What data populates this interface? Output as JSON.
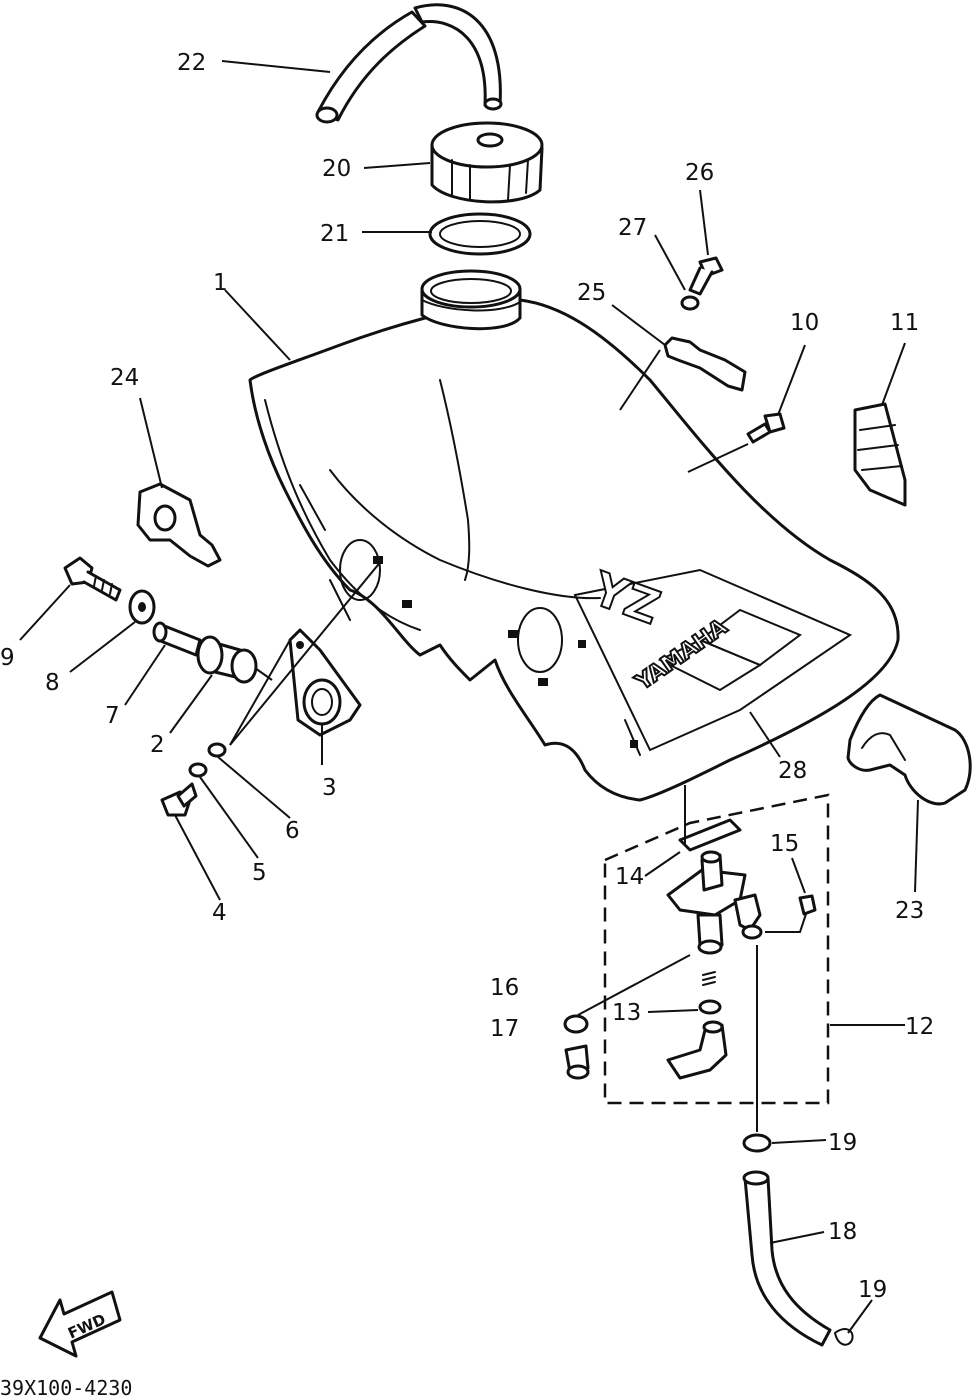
{
  "callouts": [
    "1",
    "2",
    "3",
    "4",
    "5",
    "6",
    "7",
    "8",
    "9",
    "10",
    "11",
    "12",
    "13",
    "14",
    "15",
    "16",
    "17",
    "18",
    "19",
    "19",
    "20",
    "21",
    "22",
    "23",
    "24",
    "25",
    "26",
    "27",
    "28"
  ],
  "tank_logo": {
    "model": "YZ",
    "brand": "YAMAHA"
  },
  "fwd_label": "FWD",
  "drawing_code": "39X100-4230"
}
